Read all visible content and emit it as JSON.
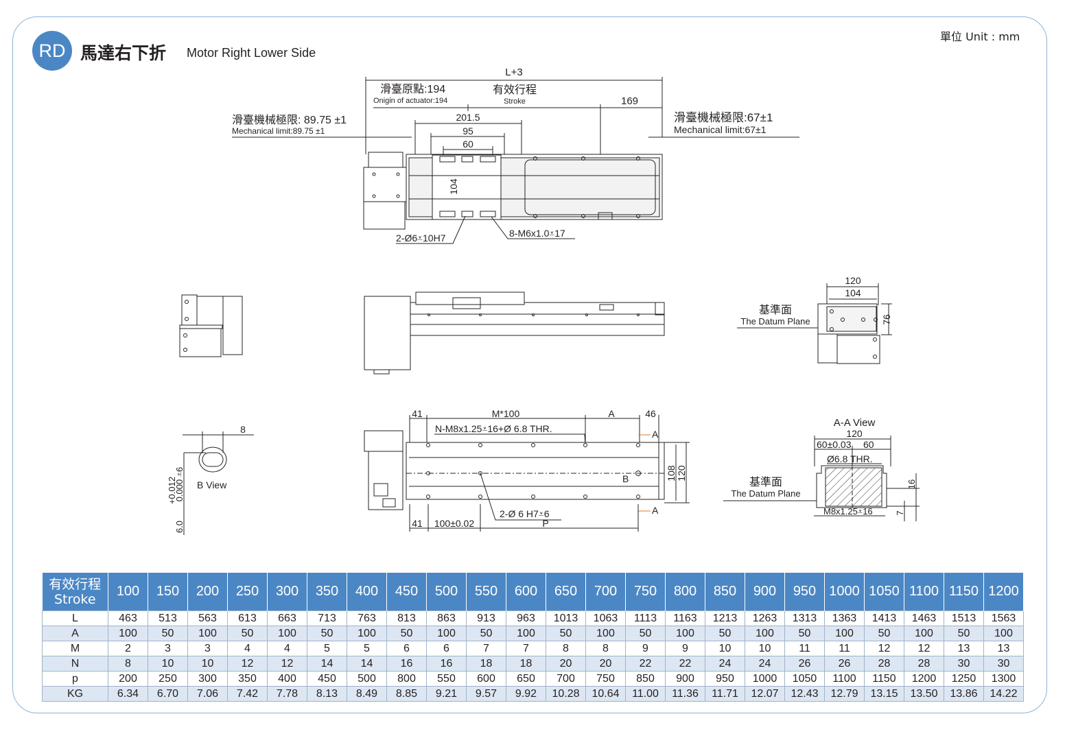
{
  "header": {
    "badge": "RD",
    "title_zh": "馬達右下折",
    "title_en": "Motor Right Lower Side",
    "unit": "單位 Unit : mm"
  },
  "top_view": {
    "dim_total": "L+3",
    "origin_zh": "滑臺原點:194",
    "origin_en": "Onigin of actuator:194",
    "stroke_zh": "有效行程",
    "stroke_en": "Stroke",
    "dim_169": "169",
    "mech_left_zh": "滑臺機械極限: 89.75 ±1",
    "mech_left_en": "Mechanical limit:89.75 ±1",
    "mech_right_zh": "滑臺機械極限:67±1",
    "mech_right_en": "Mechanical limit:67±1",
    "dim_201": "201.5",
    "dim_95": "95",
    "dim_60": "60",
    "dim_104": "104",
    "note_pin": "2-Ø6⩡10H7",
    "note_tap": "8-M6x1.0⩡17"
  },
  "end_view": {
    "dim_120": "120",
    "dim_104": "104",
    "dim_76": "76",
    "datum_zh": "基準面",
    "datum_en": "The Datum Plane"
  },
  "bottom_view": {
    "dim_41": "41",
    "dim_m100": "M*100",
    "dim_a": "A",
    "dim_46": "46",
    "note_holes": "N-M8x1.25⩡16+Ø 6.8 THR.",
    "label_a1": "A",
    "label_a2": "A",
    "label_b": "B",
    "dim_108": "108",
    "dim_120": "120",
    "note_pin": "2-Ø 6  H7⩡6",
    "dim_41b": "41",
    "dim_100": "100±0.02",
    "dim_p": "P"
  },
  "b_view": {
    "label": "B View",
    "dim_8": "8",
    "tol": "+0.012\n0.000",
    "tol_top": "+0.012",
    "tol_bot": "0.000",
    "depth": "⩡6",
    "dia": "6.0"
  },
  "aa_view": {
    "label": "A-A View",
    "dim_120": "120",
    "dim_60a": "60±0.03",
    "dim_60b": "60",
    "note_thr": "Ø6.8  THR.",
    "datum_zh": "基準面",
    "datum_en": "The Datum Plane",
    "note_tap": "M8x1.25⩡16",
    "dim_16": "16",
    "dim_7": "7"
  },
  "colors": {
    "accent": "#4b87c5",
    "row_alt": "#dde7f3",
    "frame": "#8cb3dc",
    "label_orange": "#e87722",
    "label_cyan": "#00a0e0"
  },
  "table": {
    "stroke_label_zh": "有效行程",
    "stroke_label_en": "Stroke",
    "strokes": [
      "100",
      "150",
      "200",
      "250",
      "300",
      "350",
      "400",
      "450",
      "500",
      "550",
      "600",
      "650",
      "700",
      "750",
      "800",
      "850",
      "900",
      "950",
      "1000",
      "1050",
      "1100",
      "1150",
      "1200"
    ],
    "rows": [
      {
        "label": "L",
        "values": [
          "463",
          "513",
          "563",
          "613",
          "663",
          "713",
          "763",
          "813",
          "863",
          "913",
          "963",
          "1013",
          "1063",
          "1113",
          "1163",
          "1213",
          "1263",
          "1313",
          "1363",
          "1413",
          "1463",
          "1513",
          "1563"
        ]
      },
      {
        "label": "A",
        "values": [
          "100",
          "50",
          "100",
          "50",
          "100",
          "50",
          "100",
          "50",
          "100",
          "50",
          "100",
          "50",
          "100",
          "50",
          "100",
          "50",
          "100",
          "50",
          "100",
          "50",
          "100",
          "50",
          "100"
        ]
      },
      {
        "label": "M",
        "values": [
          "2",
          "3",
          "3",
          "4",
          "4",
          "5",
          "5",
          "6",
          "6",
          "7",
          "7",
          "8",
          "8",
          "9",
          "9",
          "10",
          "10",
          "11",
          "11",
          "12",
          "12",
          "13",
          "13"
        ]
      },
      {
        "label": "N",
        "values": [
          "8",
          "10",
          "10",
          "12",
          "12",
          "14",
          "14",
          "16",
          "16",
          "18",
          "18",
          "20",
          "20",
          "22",
          "22",
          "24",
          "24",
          "26",
          "26",
          "28",
          "28",
          "30",
          "30"
        ]
      },
      {
        "label": "p",
        "values": [
          "200",
          "250",
          "300",
          "350",
          "400",
          "450",
          "500",
          "800",
          "550",
          "600",
          "650",
          "700",
          "750",
          "850",
          "900",
          "950",
          "1000",
          "1050",
          "1100",
          "1150",
          "1200",
          "1250",
          "1300"
        ]
      },
      {
        "label": "KG",
        "values": [
          "6.34",
          "6.70",
          "7.06",
          "7.42",
          "7.78",
          "8.13",
          "8.49",
          "8.85",
          "9.21",
          "9.57",
          "9.92",
          "10.28",
          "10.64",
          "11.00",
          "11.36",
          "11.71",
          "12.07",
          "12.43",
          "12.79",
          "13.15",
          "13.50",
          "13.86",
          "14.22"
        ]
      }
    ]
  }
}
